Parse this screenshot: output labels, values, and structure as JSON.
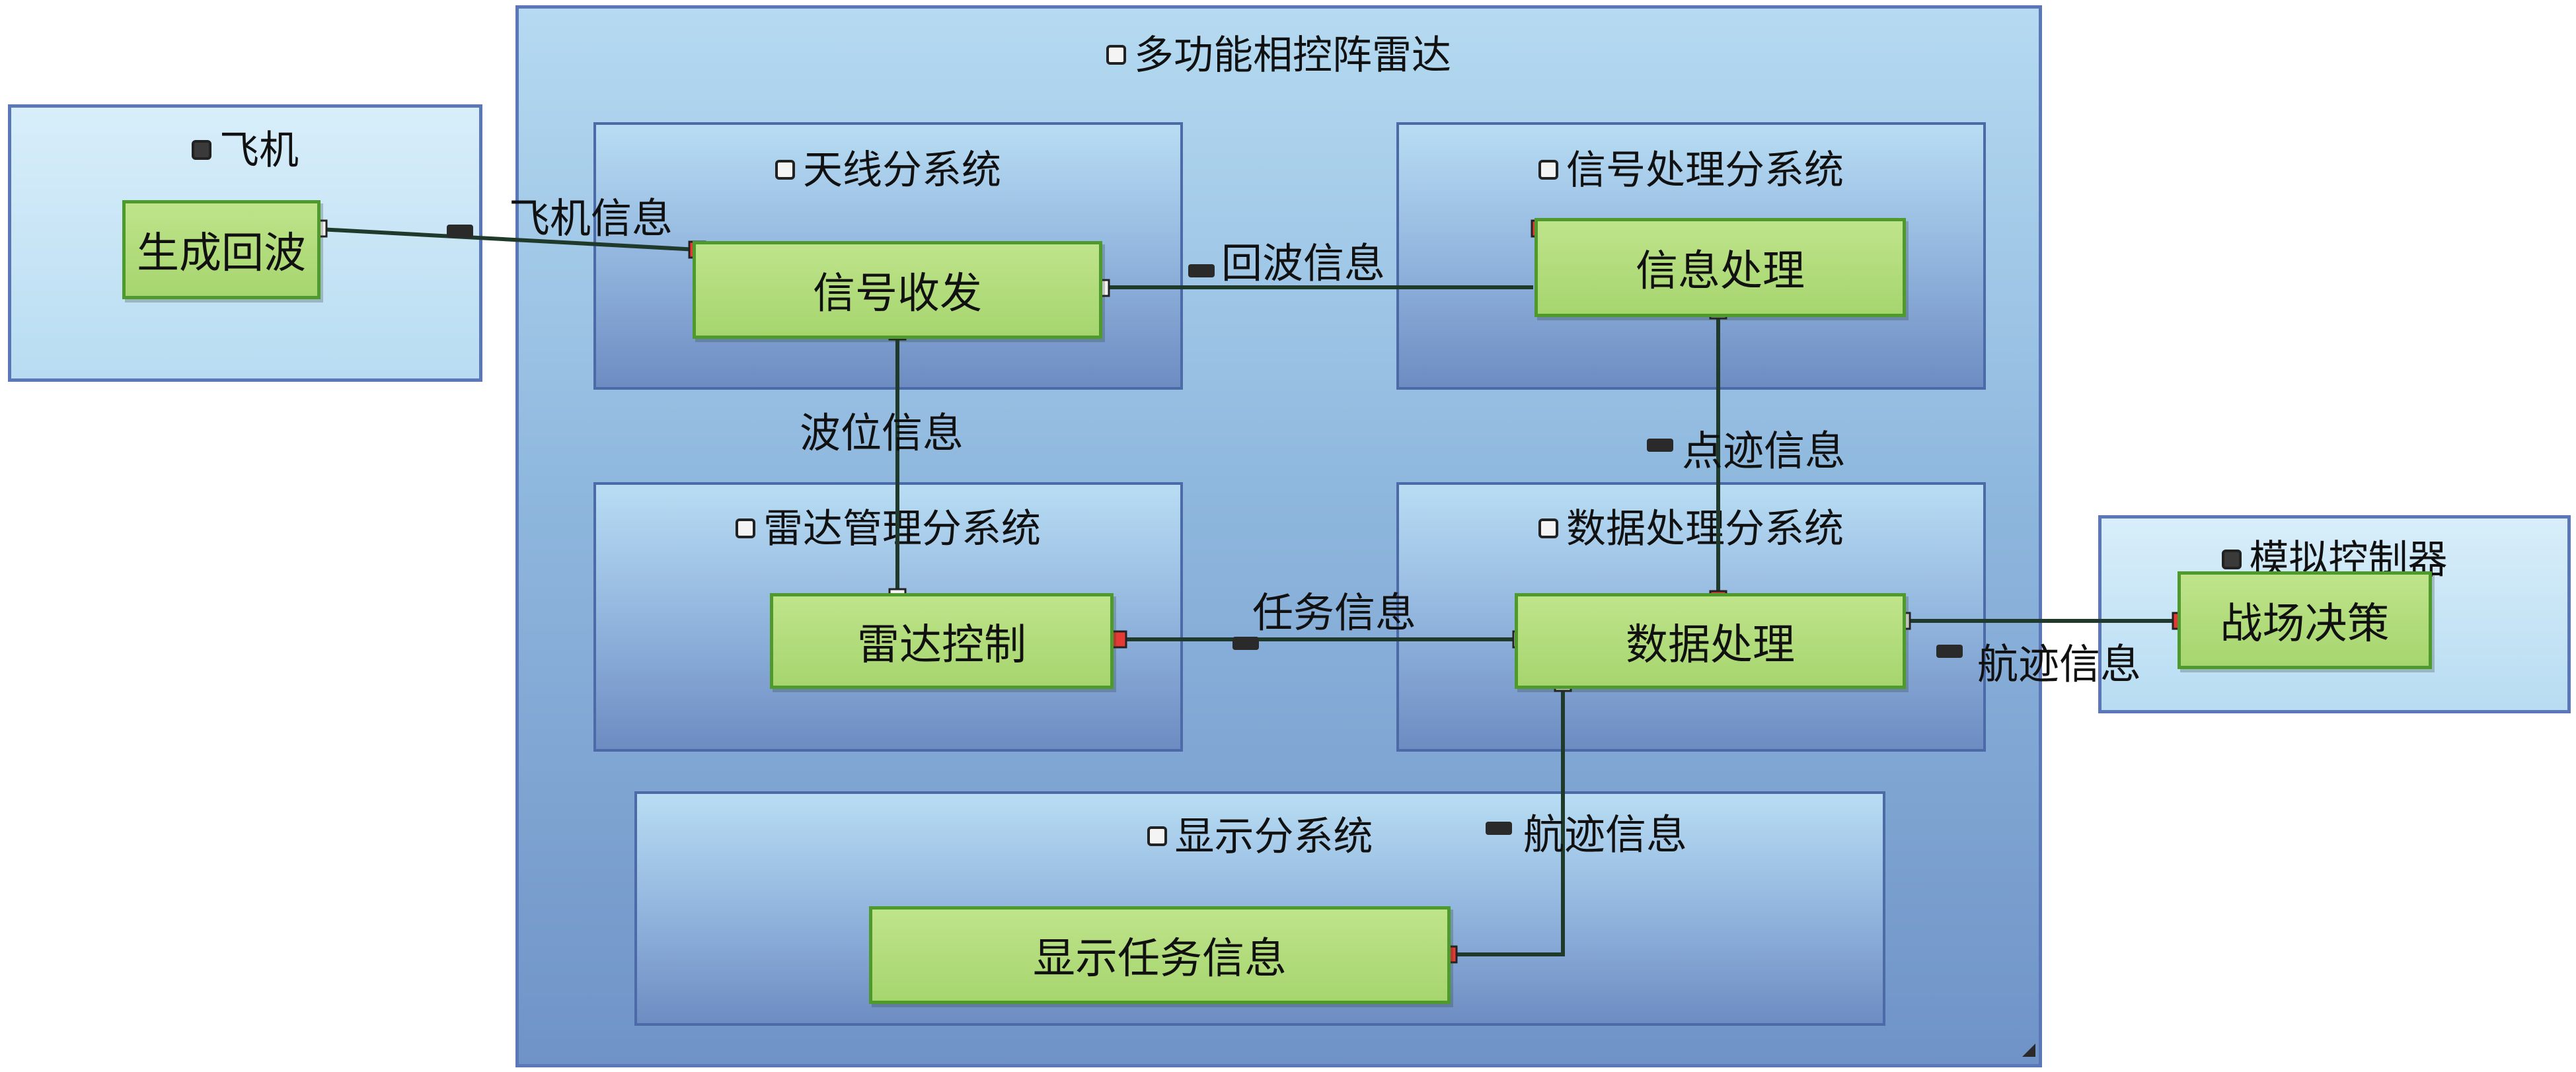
{
  "external": {
    "aircraft": {
      "title": "飞机",
      "node": "生成回波"
    },
    "controller": {
      "title": "模拟控制器",
      "node": "战场决策"
    }
  },
  "radar": {
    "title": "多功能相控阵雷达",
    "antenna": {
      "title": "天线分系统",
      "node": "信号收发"
    },
    "signal": {
      "title": "信号处理分系统",
      "node": "信息处理"
    },
    "management": {
      "title": "雷达管理分系统",
      "node": "雷达控制"
    },
    "data": {
      "title": "数据处理分系统",
      "node": "数据处理"
    },
    "display": {
      "title": "显示分系统",
      "node": "显示任务信息"
    }
  },
  "flows": {
    "aircraft_info": "飞机信息",
    "echo_info": "回波信息",
    "beam_info": "波位信息",
    "plot_info": "点迹信息",
    "task_info": "任务信息",
    "track_info_out": "航迹信息",
    "track_info_display": "航迹信息"
  },
  "colors": {
    "frame_border": "#5b77b8",
    "node_fill": "#a6d56e",
    "node_border": "#4f9a2d",
    "connector": "#1f3a2a",
    "port_red": "#e53935"
  }
}
